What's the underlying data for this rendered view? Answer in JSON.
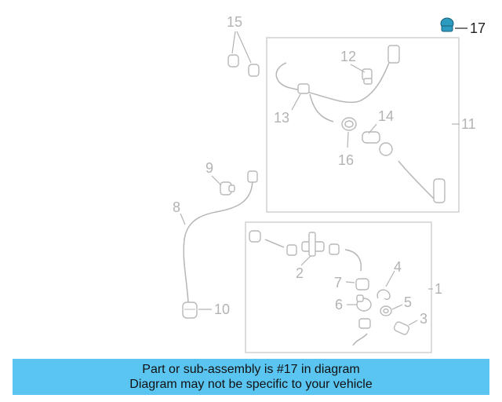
{
  "callouts": {
    "c1": "1",
    "c2": "2",
    "c3": "3",
    "c4": "4",
    "c5": "5",
    "c6": "6",
    "c7": "7",
    "c8": "8",
    "c9": "9",
    "c10": "10",
    "c11": "11",
    "c12": "12",
    "c13": "13",
    "c14": "14",
    "c15": "15",
    "c16": "16",
    "c17": "17"
  },
  "banner": {
    "line1": "Part or sub-assembly is #17 in diagram",
    "line2": "Diagram may not be specific to your vehicle"
  },
  "colors": {
    "banner_bg": "#5bc5f2",
    "highlight_part": "#2d9bbf",
    "line_art": "#b8b8b8"
  }
}
